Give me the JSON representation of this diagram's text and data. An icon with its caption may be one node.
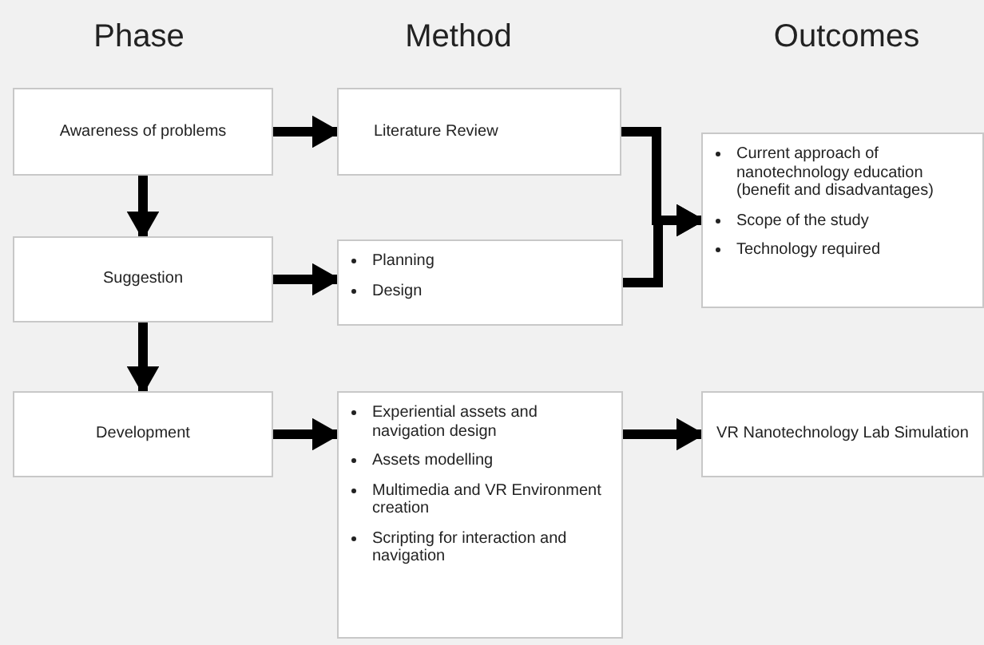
{
  "diagram": {
    "nodes": [
      {
        "text": [
          "Awareness of problems"
        ]
      },
      {
        "text": [
          "Suggestion"
        ]
      },
      {
        "text": [
          "Development"
        ]
      },
      {
        "text": [
          "Literature Review"
        ]
      },
      {
        "text": [
          "Planning",
          "Design"
        ]
      },
      {
        "text": [
          "Experiential assets and navigation design",
          "Assets modelling",
          "Multimedia and VR Environment creation",
          "Scripting for interaction and navigation"
        ]
      },
      {
        "text": [
          "Current approach of nanotechnology education (benefit and disadvantages)",
          "Scope of the study",
          "Technology required"
        ]
      },
      {
        "text": [
          "VR Nanotechnology Lab Simulation"
        ]
      }
    ],
    "edges": [
      {
        "from": 0,
        "to": 3,
        "arrow": "to"
      },
      {
        "from": 0,
        "to": 1,
        "arrow": "to"
      },
      {
        "from": 1,
        "to": 4,
        "arrow": "to"
      },
      {
        "from": 1,
        "to": 2,
        "arrow": "to"
      },
      {
        "from": 2,
        "to": 5,
        "arrow": "to"
      },
      {
        "from": 3,
        "to": 6,
        "arrow": "to"
      },
      {
        "from": 4,
        "to": 6,
        "arrow": "to"
      },
      {
        "from": 5,
        "to": 7,
        "arrow": "to"
      }
    ],
    "labels": [
      "Phase",
      "Method",
      "Outcomes"
    ]
  }
}
